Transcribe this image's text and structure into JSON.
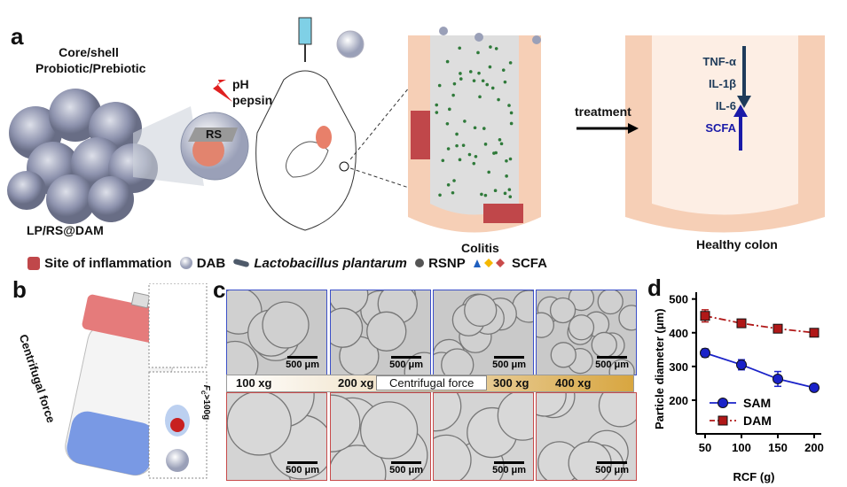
{
  "panel_labels": {
    "a": "a",
    "b": "b",
    "c": "c",
    "d": "d"
  },
  "panel_a": {
    "title_line1": "Core/shell",
    "title_line2": "Probiotic/Prebiotic",
    "particle_label": "LP/RS@DAM",
    "cap_label": "RS",
    "stimulus_line1": "pH",
    "stimulus_line2": "pepsin",
    "colitis_label": "Colitis",
    "treatment_label": "treatment",
    "healthy_label": "Healthy colon",
    "cytokines": [
      "TNF-α",
      "IL-1β",
      "IL-6"
    ],
    "scfa_label": "SCFA",
    "colors": {
      "tissue": "#f6cfb6",
      "nucleus": "#e09a85",
      "inflamed": "#c0474a",
      "bacteria": "#8dbb7d",
      "arrow_down": "#1e3b5a",
      "arrow_up": "#1a1aa8",
      "scfa_triangle": "#1f5fbf",
      "scfa_diamond_yellow": "#f5b800",
      "scfa_diamond_red": "#c94a4a"
    }
  },
  "legend": {
    "items": [
      {
        "icon": "inflammation-site-icon",
        "label": "Site of inflammation"
      },
      {
        "icon": "dab-sphere-icon",
        "label": "DAB"
      },
      {
        "icon": "bacterium-rod-icon",
        "label": "Lactobacillus plantarum"
      },
      {
        "icon": "rsnp-dot-icon",
        "label": "RSNP"
      },
      {
        "icon": "scfa-shapes-icon",
        "label": "SCFA"
      }
    ]
  },
  "panel_b": {
    "force_label": "Centrifugal force",
    "force_threshold": "F",
    "force_sub": "c",
    "force_value": ">100g"
  },
  "panel_c": {
    "scale_bar": "500 μm",
    "rcf_labels": [
      "100 xg",
      "200 xg",
      "300 xg",
      "400 xg"
    ],
    "arrow_label": "Centrifugal force"
  },
  "chart_data": {
    "type": "line",
    "title": "",
    "xlabel": "RCF (g)",
    "ylabel": "Particle diameter (μm)",
    "x": [
      50,
      100,
      150,
      200
    ],
    "xticks": [
      "50",
      "100",
      "150",
      "200"
    ],
    "yticks": [
      "200",
      "300",
      "400",
      "500"
    ],
    "ylim": [
      100,
      500
    ],
    "grid": false,
    "legend_position": "bottom-left",
    "series": [
      {
        "name": "SAM",
        "values": [
          340,
          305,
          263,
          237
        ],
        "errors": [
          12,
          15,
          22,
          9
        ],
        "color": "#1a22c8",
        "marker": "circle",
        "line": "solid"
      },
      {
        "name": "DAM",
        "values": [
          450,
          428,
          412,
          400
        ],
        "errors": [
          18,
          10,
          8,
          5
        ],
        "color": "#b01818",
        "marker": "square",
        "line": "dash-dot"
      }
    ]
  }
}
